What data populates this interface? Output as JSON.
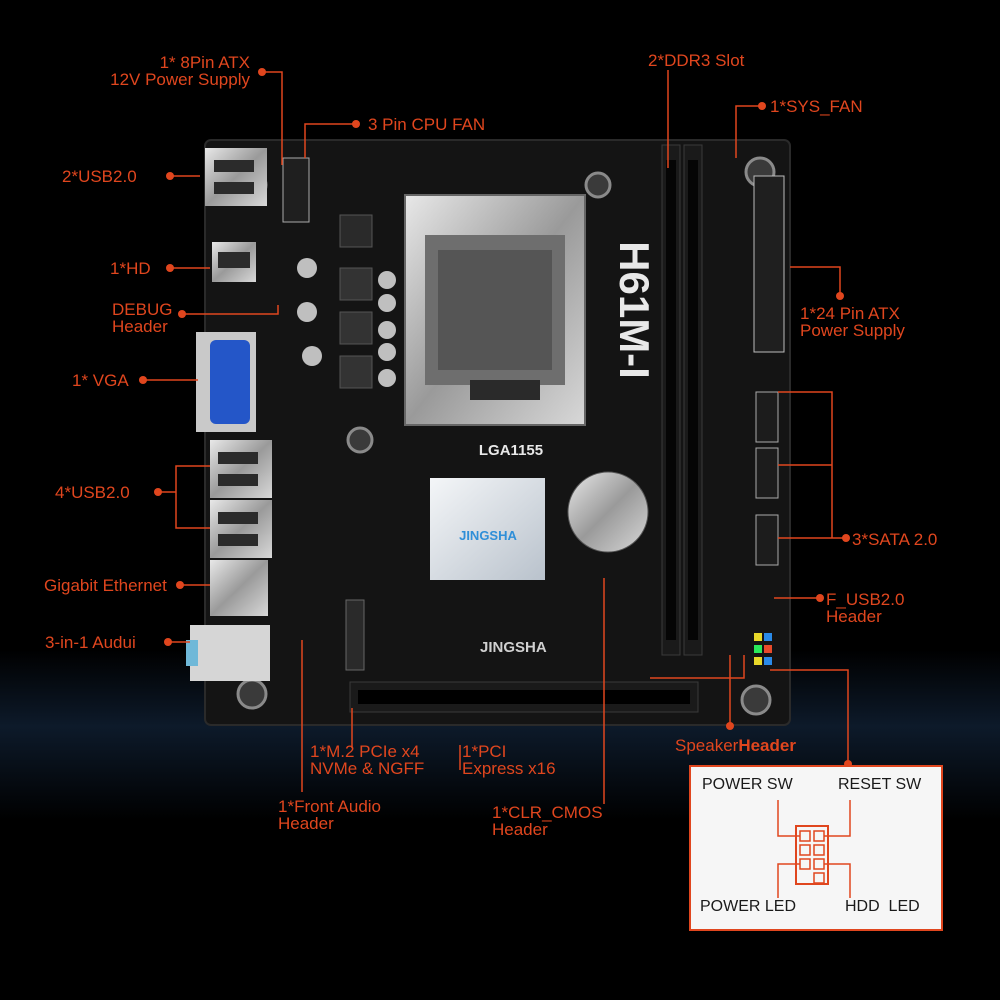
{
  "colors": {
    "background": "#000000",
    "board": "#141414",
    "accent": "#e0461e",
    "inset_background": "#f6f6f6"
  },
  "board": {
    "brand": "JINGSHA",
    "series": "H61M-I",
    "socket": "LGA1155",
    "chipset_logo_text": "JINGSHA"
  },
  "labels": {
    "atx8pin": "1* 8Pin ATX\n12V Power Supply",
    "cpu_fan": "3 Pin CPU FAN",
    "usb_rear_top": "2*USB2.0",
    "hd": "1*HD",
    "debug": "DEBUG\nHeader",
    "vga": "1* VGA",
    "usb_rear_4": "4*USB2.0",
    "ethernet": "Gigabit Ethernet",
    "audio": "3-in-1 Audui",
    "ddr3": "2*DDR3 Slot",
    "sys_fan": "1*SYS_FAN",
    "atx24pin": "1*24 Pin ATX\nPower Supply",
    "sata": "3*SATA 2.0",
    "f_usb": "F_USB2.0\nHeader",
    "speaker_header_prefix": "Speaker",
    "speaker_header_suffix": "Header",
    "m2": "1*M.2 PCIe x4\nNVMe & NGFF",
    "pcie": "1*PCI\nExpress x16",
    "front_audio": "1*Front Audio\nHeader",
    "clr_cmos": "1*CLR_CMOS\nHeader"
  },
  "front_panel": {
    "power_sw": "POWER SW",
    "reset_sw": "RESET SW",
    "power_led": "POWER LED",
    "hdd_led": "HDD  LED"
  }
}
